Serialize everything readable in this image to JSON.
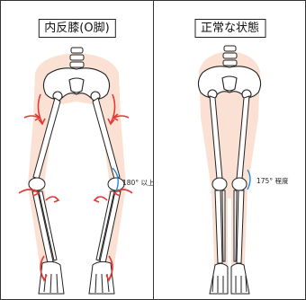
{
  "panels": {
    "left": {
      "title": "内反膝(O脚)",
      "angle_label": "180° 以上"
    },
    "right": {
      "title": "正常な状態",
      "angle_label": "175° 程度"
    }
  },
  "colors": {
    "body_shadow": "#fbe1d3",
    "arrow": "#e53935",
    "angle_arc": "#1e88e5",
    "bone_outline": "#222222"
  }
}
